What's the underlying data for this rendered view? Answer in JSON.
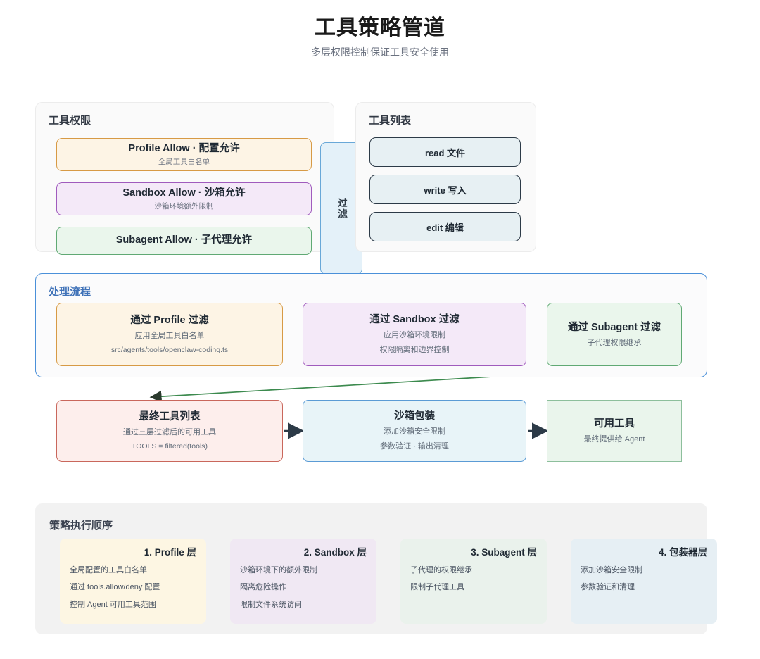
{
  "header": {
    "title": "工具策略管道",
    "subtitle": "多层权限控制保证工具安全使用"
  },
  "permissions_panel": {
    "title": "工具权限",
    "rows": [
      {
        "title": "Profile Allow · 配置允许",
        "sub": "全局工具白名单"
      },
      {
        "title": "Sandbox Allow · 沙箱允许",
        "sub": "沙箱环境额外限制"
      },
      {
        "title": "Subagent Allow · 子代理允许",
        "sub": ""
      }
    ]
  },
  "filter_bar": {
    "label": "过滤"
  },
  "tools_panel": {
    "title": "工具列表",
    "items": [
      {
        "label": "read 文件"
      },
      {
        "label": "write 写入"
      },
      {
        "label": "edit 编辑"
      }
    ]
  },
  "flow_panel": {
    "title": "处理流程",
    "steps": [
      {
        "title": "通过 Profile 过滤",
        "line1": "应用全局工具白名单",
        "line2": "src/agents/tools/openclaw-coding.ts"
      },
      {
        "title": "通过 Sandbox 过滤",
        "line1": "应用沙箱环境限制",
        "line2": "权限隔离和边界控制"
      },
      {
        "title": "通过 Subagent 过滤",
        "line1": "子代理权限继承",
        "line2": ""
      }
    ]
  },
  "output_row": [
    {
      "title": "最终工具列表",
      "line1": "通过三层过滤后的可用工具",
      "line2": "TOOLS = filtered(tools)"
    },
    {
      "title": "沙箱包装",
      "line1": "添加沙箱安全限制",
      "line2": "参数验证 · 输出清理"
    },
    {
      "title": "可用工具",
      "line1": "最终提供给 Agent",
      "line2": ""
    }
  ],
  "legend_panel": {
    "title": "策略执行顺序",
    "cards": [
      {
        "title": "1. Profile 层",
        "items": [
          "全局配置的工具白名单",
          "通过 tools.allow/deny 配置",
          "控制 Agent 可用工具范围"
        ]
      },
      {
        "title": "2. Sandbox 层",
        "items": [
          "沙箱环境下的额外限制",
          "隔离危险操作",
          "限制文件系统访问"
        ]
      },
      {
        "title": "3. Subagent 层",
        "items": [
          "子代理的权限继承",
          "限制子代理工具",
          ""
        ]
      },
      {
        "title": "4. 包装器层",
        "items": [
          "添加沙箱安全限制",
          "参数验证和清理",
          ""
        ]
      }
    ]
  },
  "colors": {
    "profile_border": "#d79a45",
    "profile_fill": "#fdf4e5",
    "sandbox_border": "#a05bbd",
    "sandbox_fill": "#f4e9f8",
    "subagent_border": "#60a974",
    "subagent_fill": "#eaf6ec",
    "final_border": "#c9675c",
    "final_fill": "#fdeeec",
    "wrap_border": "#5b9bd5",
    "wrap_fill": "#e8f4f8",
    "flow_panel_border": "#4a90d9",
    "flow_arrow": "#5b9bd5",
    "output_arrow": "#2c3a47",
    "feedback_arrow": "#3c8a4e",
    "tool_item_border": "#2c3a47"
  }
}
